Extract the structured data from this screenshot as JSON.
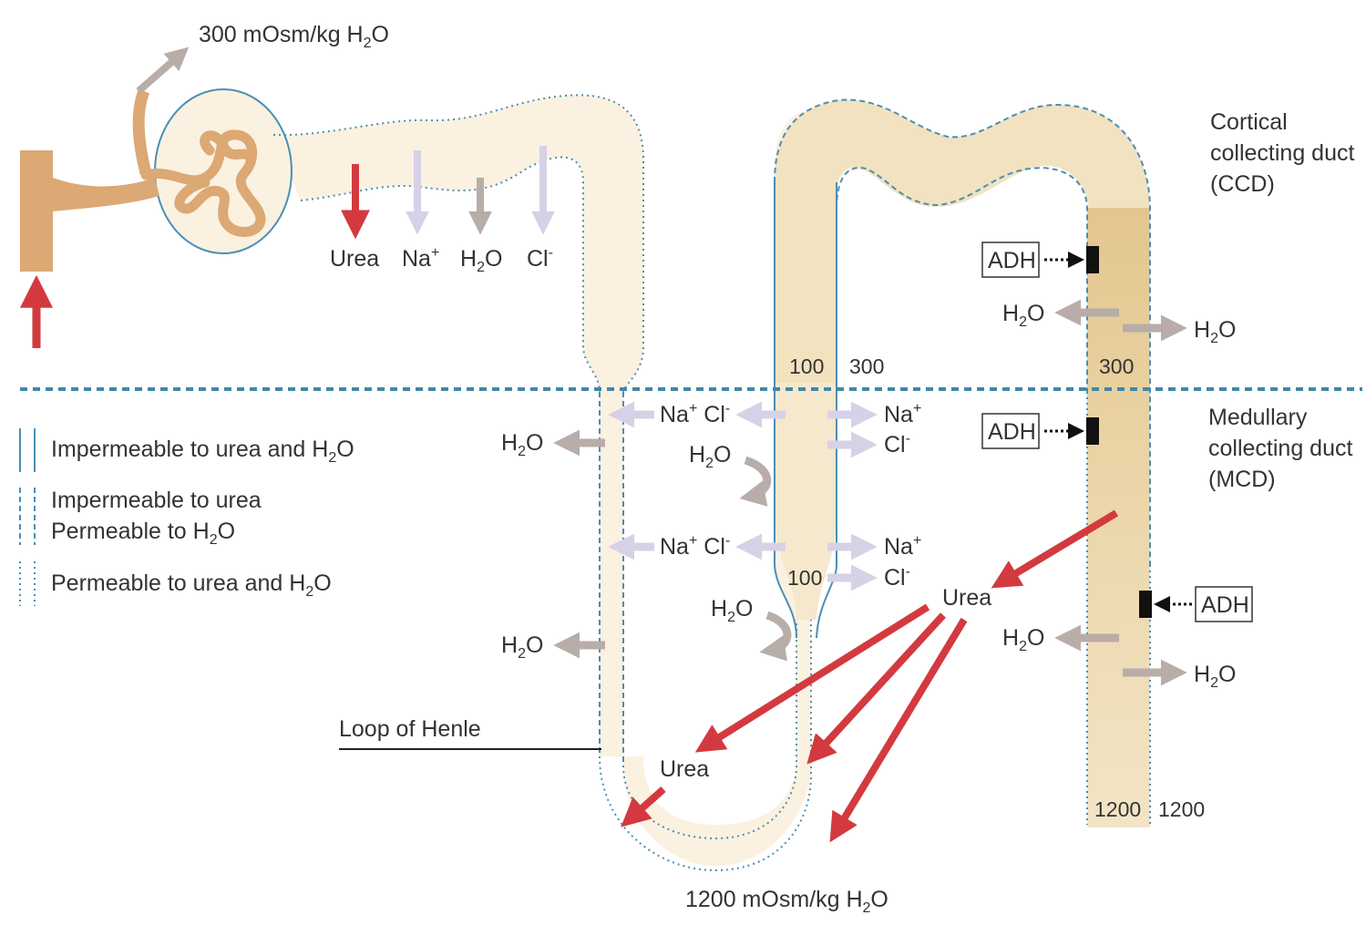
{
  "top_osm": {
    "pre": "300 mOsm/kg H",
    "sub": "2",
    "post": "O"
  },
  "bottom_osm": {
    "pre": "1200 mOsm/kg H",
    "sub": "2",
    "post": "O"
  },
  "pct_labels": {
    "urea": "Urea",
    "na": "Na",
    "na_sup": "+",
    "h2o_pre": "H",
    "h2o_sub": "2",
    "h2o_post": "O",
    "cl": "Cl",
    "cl_sup": "-"
  },
  "ccd_label": [
    "Cortical",
    "collecting duct",
    "(CCD)"
  ],
  "mcd_label": [
    "Medullary",
    "collecting duct",
    "(MCD)"
  ],
  "adh": "ADH",
  "legend": {
    "solid": {
      "pre": "Impermeable to urea and H",
      "sub": "2",
      "post": "O"
    },
    "dashed_line1": "Impermeable to urea",
    "dashed_line2": {
      "pre": "Permeable to H",
      "sub": "2",
      "post": "O"
    },
    "dotted": {
      "pre": "Permeable to urea and H",
      "sub": "2",
      "post": "O"
    }
  },
  "loop_label": "Loop of Henle",
  "values": {
    "asc_top": "100",
    "interstitial_top": "300",
    "cd_top": "300",
    "asc_mid": "100",
    "cd_bottom_in": "1200",
    "cd_bottom_out": "1200"
  },
  "ions": {
    "na": "Na",
    "na_sup": "+",
    "cl": "Cl",
    "cl_sup": "-",
    "cl_minus": "-"
  },
  "urea": "Urea",
  "h2o": {
    "pre": "H",
    "sub": "2",
    "post": "O"
  },
  "colors": {
    "tubule": "#fbf1e0",
    "duct": "#eedcb4",
    "collecting": "#e8cf98",
    "vessel": "#dca874",
    "red": "#d33a3f",
    "grey_arrow": "#b8ada8",
    "lavender_arrow": "#d6d1e6",
    "membrane_blue": "#4a8fb5"
  }
}
